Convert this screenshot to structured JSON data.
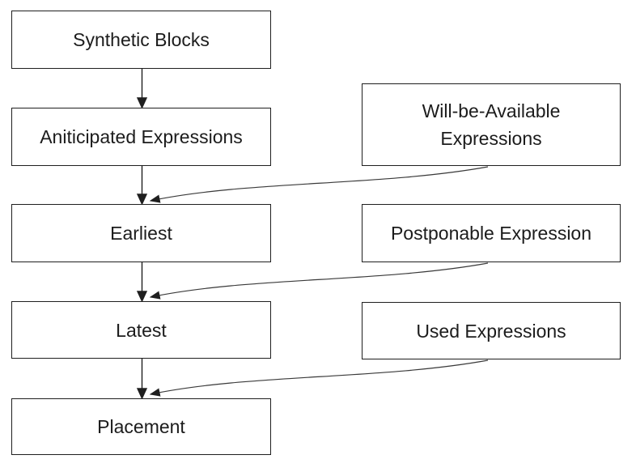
{
  "diagram": {
    "type": "flowchart",
    "colors": {
      "background": "#ffffff",
      "box_fill": "#ffffff",
      "box_border": "#1f1f1f",
      "text": "#1c1c1c",
      "straight_arrow": "#1f1f1f",
      "curved_arrow": "#3a3a3a"
    },
    "nodes": [
      {
        "id": "synthetic-blocks",
        "label": "Synthetic Blocks"
      },
      {
        "id": "aniticipated-expressions",
        "label": "Aniticipated Expressions"
      },
      {
        "id": "earliest",
        "label": "Earliest"
      },
      {
        "id": "latest",
        "label": "Latest"
      },
      {
        "id": "placement",
        "label": "Placement"
      },
      {
        "id": "will-be-available-expressions",
        "label": "Will-be-Available Expressions",
        "lines": [
          "Will-be-Available",
          "Expressions"
        ]
      },
      {
        "id": "postponable-expression",
        "label": "Postponable Expression"
      },
      {
        "id": "used-expressions",
        "label": "Used Expressions"
      }
    ],
    "edges": [
      {
        "from": "synthetic-blocks",
        "to": "aniticipated-expressions",
        "style": "straight-down"
      },
      {
        "from": "aniticipated-expressions",
        "to": "earliest",
        "style": "straight-down"
      },
      {
        "from": "earliest",
        "to": "latest",
        "style": "straight-down"
      },
      {
        "from": "latest",
        "to": "placement",
        "style": "straight-down"
      },
      {
        "from": "will-be-available-expressions",
        "to": "earliest",
        "style": "curved"
      },
      {
        "from": "postponable-expression",
        "to": "latest",
        "style": "curved"
      },
      {
        "from": "used-expressions",
        "to": "placement",
        "style": "curved"
      }
    ]
  }
}
